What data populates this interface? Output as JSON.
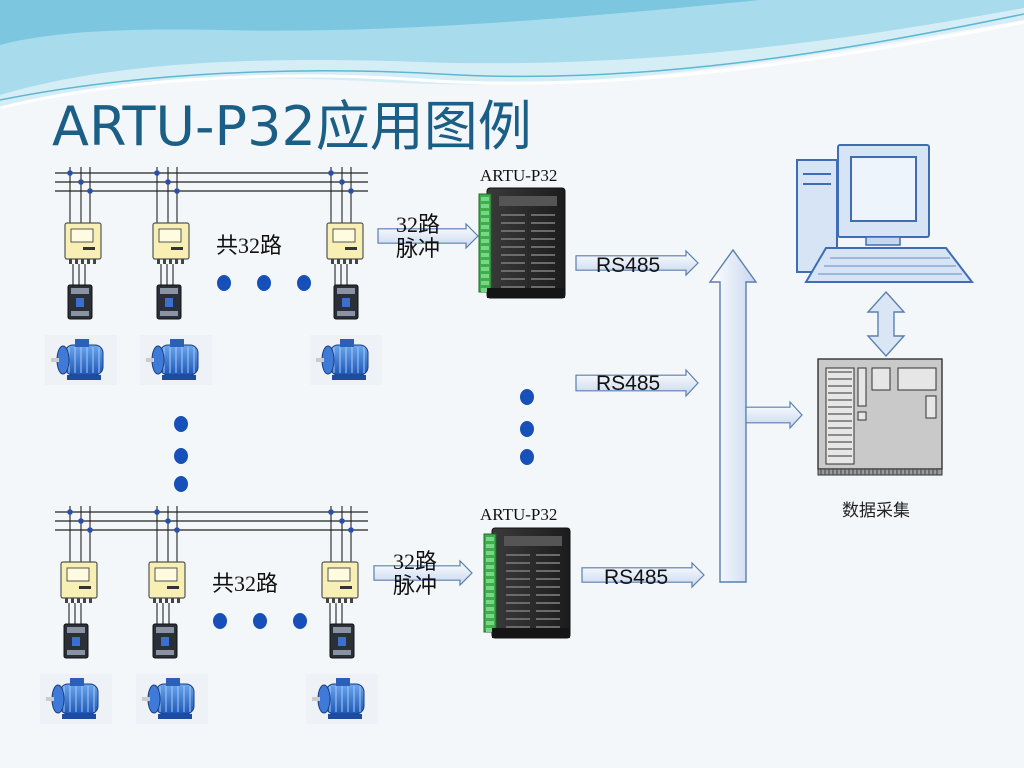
{
  "slide": {
    "title": "ARTU-P32应用图例"
  },
  "groups": [
    {
      "device_label": "ARTU-P32",
      "channel_label": "共32路",
      "pulse_label_line1": "32路",
      "pulse_label_line2": "脉冲",
      "bus_label": "RS485"
    },
    {
      "device_label": "ARTU-P32",
      "channel_label": "共32路",
      "pulse_label_line1": "32路",
      "pulse_label_line2": "脉冲",
      "bus_label": "RS485"
    }
  ],
  "middle_bus_label": "RS485",
  "collector": {
    "caption": "数据采集"
  },
  "colors": {
    "title": "#1b5f86",
    "wave_light": "#bfe6f2",
    "wave_mid": "#7fcbe3",
    "arrow_fill": "#dbe6f5",
    "arrow_stroke": "#5b7fae",
    "dot": "#1650b8",
    "motor": "#2f6fcf",
    "meter": "#f7efb4",
    "device_body": "#2b2b2b",
    "terminal": "#3cae4a"
  },
  "icons": [
    "energy-meter-icon",
    "breaker-icon",
    "motor-icon",
    "acquisition-module-icon",
    "computer-icon",
    "data-collector-icon"
  ]
}
